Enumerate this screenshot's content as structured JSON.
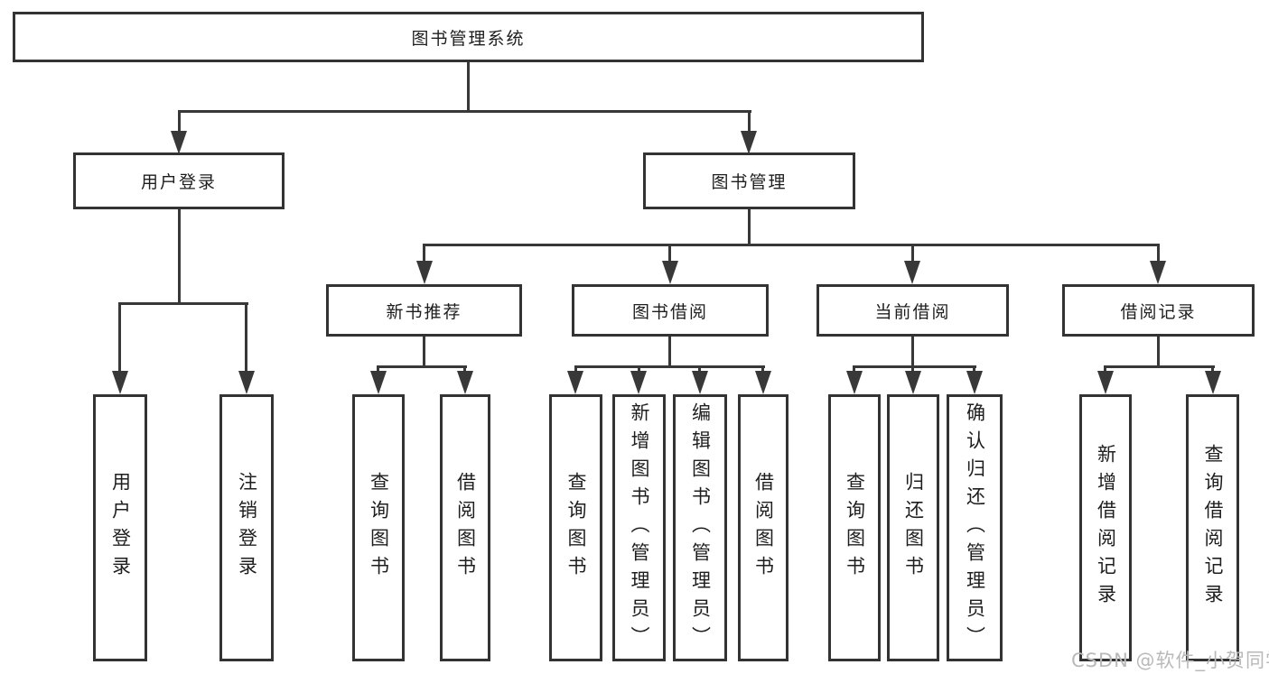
{
  "diagram": {
    "type": "tree",
    "title": "图书管理系统"
  },
  "tree": {
    "label": "图书管理系统",
    "children": [
      {
        "label": "用户登录",
        "children": [
          {
            "label": "用户登录"
          },
          {
            "label": "注销登录"
          }
        ]
      },
      {
        "label": "图书管理",
        "children": [
          {
            "label": "新书推荐",
            "children": [
              {
                "label": "查询图书"
              },
              {
                "label": "借阅图书"
              }
            ]
          },
          {
            "label": "图书借阅",
            "children": [
              {
                "label": "查询图书"
              },
              {
                "label": "新增图书（管理员）"
              },
              {
                "label": "编辑图书（管理员）"
              },
              {
                "label": "借阅图书"
              }
            ]
          },
          {
            "label": "当前借阅",
            "children": [
              {
                "label": "查询图书"
              },
              {
                "label": "归还图书"
              },
              {
                "label": "确认归还（管理员）"
              }
            ]
          },
          {
            "label": "借阅记录",
            "children": [
              {
                "label": "新增借阅记录"
              },
              {
                "label": "查询借阅记录"
              }
            ]
          }
        ]
      }
    ]
  },
  "watermark": {
    "text": "CSDN @软件_小贺同学"
  },
  "colors": {
    "background": "#ffffff",
    "line": "#383838",
    "box_border": "#333333",
    "text": "#1e1e1e",
    "watermark": "#b9b9b9"
  }
}
